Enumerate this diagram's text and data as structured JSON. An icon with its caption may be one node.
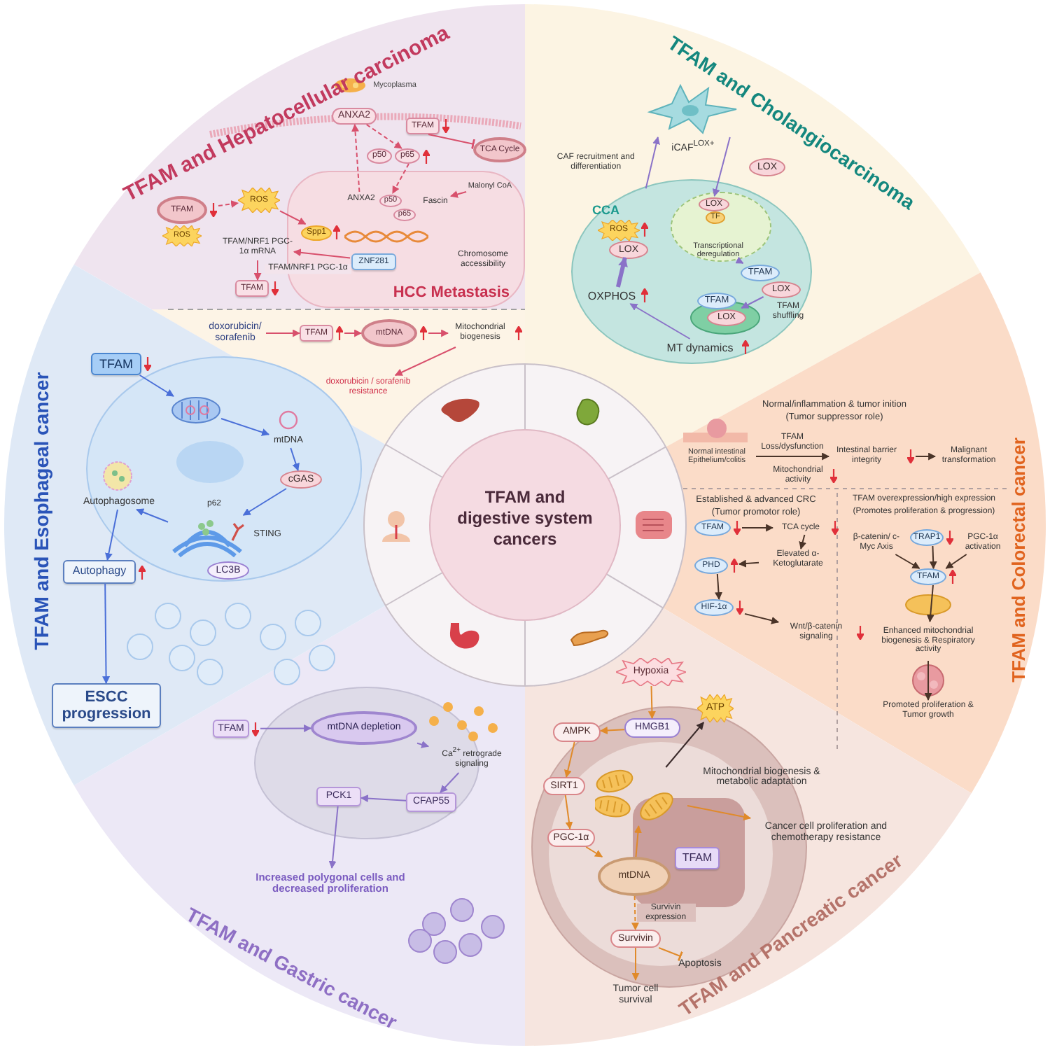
{
  "diagram": {
    "title": "TFAM and digestive system cancers",
    "nodes": [
      {
        "text": [
          "ANXA2"
        ]
      },
      {
        "text": [
          "p50"
        ]
      },
      {
        "text": [
          "p65"
        ]
      },
      {
        "text": [
          "TFAM"
        ]
      },
      {
        "text": [
          "TCA Cycle"
        ]
      },
      {
        "text": [
          "TFAM"
        ]
      },
      {
        "text": [
          "ROS"
        ]
      },
      {
        "text": [
          "ROS"
        ]
      },
      {
        "text": [
          "HCC Metastasis"
        ]
      },
      {
        "text": [
          "Spp1"
        ],
        "in": 8
      },
      {
        "text": [
          "ANXA2"
        ],
        "in": 8
      },
      {
        "text": [
          "p50"
        ],
        "in": 8
      },
      {
        "text": [
          "p65"
        ],
        "in": 8
      },
      {
        "text": [
          "Fascin"
        ],
        "in": 8
      },
      {
        "text": [
          "Malonyl CoA"
        ],
        "in": 8
      },
      {
        "text": [
          "ZNF281"
        ],
        "in": 8
      },
      {
        "text": [
          "Chromosome accessibility"
        ],
        "in": 8
      },
      {
        "text": [
          "TFAM/NRF1 PGC-1α mRNA"
        ]
      },
      {
        "text": [
          "TFAM"
        ]
      },
      {
        "text": [
          "doxorubicin/ sorafenib"
        ]
      },
      {
        "text": [
          "TFAM"
        ]
      },
      {
        "text": [
          "mtDNA"
        ]
      },
      {
        "text": [
          "Mitochondrial biogenesis"
        ]
      },
      {
        "text": [
          "doxorubicin / sorafenib resistance"
        ]
      },
      {
        "text": [],
        "shape": "picture",
        "beside": [
          "iCAF$^{LOX+}$"
        ]
      },
      {
        "text": [
          "LOX"
        ]
      },
      {
        "text": [
          "CCA"
        ]
      },
      {
        "text": [
          "LOX"
        ],
        "in": 26
      },
      {
        "text": [
          "TF"
        ],
        "in": 26
      },
      {
        "text": [
          "Transcriptional deregulation"
        ],
        "in": 26
      },
      {
        "text": [
          "ROS"
        ],
        "in": 26
      },
      {
        "text": [
          "LOX"
        ],
        "in": 26
      },
      {
        "text": [
          "OXPHOS"
        ],
        "in": 26
      },
      {
        "text": [
          "TFAM"
        ],
        "in": 26
      },
      {
        "text": [
          "LOX"
        ],
        "in": 26
      },
      {
        "text": [
          "TFAM"
        ],
        "in": 26
      },
      {
        "text": [
          "LOX"
        ],
        "in": 26
      },
      {
        "text": [
          "MT dynamics"
        ],
        "in": 26
      },
      {
        "text": [
          "Normal intestinal Epithelium/colitis"
        ]
      },
      {
        "text": [
          "Intestinal barrier integrity"
        ]
      },
      {
        "text": [
          "Malignant transformation"
        ]
      },
      {
        "text": [
          "TFAM"
        ]
      },
      {
        "text": [
          "TCA cycle"
        ]
      },
      {
        "text": [
          "Elevated α-Ketoglutarate"
        ]
      },
      {
        "text": [
          "PHD"
        ]
      },
      {
        "text": [
          "HIF-1α"
        ]
      },
      {
        "text": [
          "Wnt/β-catenin signaling"
        ]
      },
      {
        "text": [
          "β-catenin/ c-Myc Axis"
        ]
      },
      {
        "text": [
          "TRAP1"
        ]
      },
      {
        "text": [
          "PGC-1α activation"
        ]
      },
      {
        "text": [
          "TFAM"
        ]
      },
      {
        "text": [
          "Enhanced mitochondrial biogenesis & Respiratory activity"
        ]
      },
      {
        "text": [
          "Promoted proliferation & Tumor growth"
        ]
      },
      {
        "text": [
          "Hypoxia"
        ]
      },
      {
        "text": [
          "HMGB1"
        ]
      },
      {
        "text": [
          "ATP"
        ]
      },
      {
        "text": [
          "AMPK"
        ]
      },
      {
        "text": [
          "SIRT1"
        ]
      },
      {
        "text": [
          "PGC-1α"
        ]
      },
      {
        "text": [
          "mtDNA"
        ]
      },
      {
        "text": [
          "TFAM"
        ]
      },
      {
        "text": [],
        "shape": "picture",
        "beside": [
          "Mitochondrial biogenesis & metabolic adaptation"
        ]
      },
      {
        "text": [
          "Cancer cell proliferation and chemotherapy resistance"
        ]
      },
      {
        "text": [
          "Survivin"
        ]
      },
      {
        "text": [
          "Apoptosis"
        ]
      },
      {
        "text": [
          "Tumor cell survival"
        ]
      },
      {
        "text": [
          "TFAM"
        ]
      },
      {
        "text": [
          "mtDNA depletion"
        ]
      },
      {
        "text": [
          "Ca$^{2+}$ retrograde signaling"
        ]
      },
      {
        "text": [
          "CFAP55"
        ]
      },
      {
        "text": [
          "PCK1"
        ]
      },
      {
        "text": [
          "Increased polygonal cells and decreased proliferation"
        ]
      },
      {
        "text": [
          "TFAM"
        ]
      },
      {
        "text": [],
        "shape": "picture"
      },
      {
        "text": [
          "mtDNA"
        ]
      },
      {
        "text": [
          "cGAS"
        ]
      },
      {
        "text": [],
        "shape": "picture"
      },
      {
        "text": [
          "LC3B"
        ]
      },
      {
        "text": [
          "Autophagosome"
        ]
      },
      {
        "text": [
          "Autophagy"
        ]
      },
      {
        "text": [
          "ESCC progression"
        ]
      }
    ],
    "edges": [
      {
        "from": 0,
        "to": 2,
        "arrow": "to",
        "style": "dashed",
        "color": "#d8506c"
      },
      {
        "from": 2,
        "to": 11,
        "arrow": "to",
        "style": "dashed",
        "color": "#d8506c"
      },
      {
        "from": 10,
        "to": 0,
        "arrow": "to",
        "style": "dashed",
        "color": "#d8506c"
      },
      {
        "from": 3,
        "to": 4,
        "arrow": "other",
        "color": "#d8506c"
      },
      {
        "from": 5,
        "to": 7,
        "arrow": "to",
        "style": "dashed",
        "color": "#d8506c"
      },
      {
        "from": 7,
        "to": 9,
        "arrow": "to",
        "color": "#d8506c"
      },
      {
        "from": 14,
        "to": 13,
        "arrow": "to",
        "color": "#d8506c"
      },
      {
        "from": 15,
        "to": 17,
        "arrow": "to",
        "label": "TFAM/NRF1 PGC-1α",
        "color": "#d8506c"
      },
      {
        "from": 17,
        "to": 18,
        "arrow": "to",
        "color": "#d8506c"
      },
      {
        "from": 19,
        "to": 20,
        "arrow": "to",
        "color": "#d8506c"
      },
      {
        "from": 20,
        "to": 21,
        "arrow": "to",
        "color": "#d8506c"
      },
      {
        "from": 21,
        "to": 22,
        "arrow": "to",
        "color": "#d8506c"
      },
      {
        "from": 22,
        "to": 23,
        "arrow": "to",
        "color": "#d8506c"
      },
      {
        "from": 26,
        "to": 24,
        "arrow": "to",
        "label": "CAF recruitment and differentiation",
        "color": "#8a72c8"
      },
      {
        "from": 24,
        "to": 27,
        "arrow": "to",
        "color": "#8a72c8"
      },
      {
        "from": 29,
        "to": 33,
        "arrow": "to",
        "color": "#8a72c8"
      },
      {
        "from": 34,
        "to": 36,
        "arrow": "to",
        "color": "#8a72c8"
      },
      {
        "from": 37,
        "to": 32,
        "arrow": "to",
        "color": "#8a72c8"
      },
      {
        "from": 32,
        "to": 31,
        "arrow": "to",
        "style": "thick",
        "color": "#8a72c8"
      },
      {
        "from": 38,
        "to": 39,
        "arrow": "to",
        "label": "TFAM Loss/dysfunction",
        "color": "#4a3428"
      },
      {
        "from": 39,
        "to": 40,
        "arrow": "to",
        "color": "#4a3428"
      },
      {
        "from": 41,
        "to": 42,
        "arrow": "to",
        "color": "#4a3428"
      },
      {
        "from": 42,
        "to": 43,
        "arrow": "to",
        "color": "#4a3428"
      },
      {
        "from": 43,
        "to": 44,
        "arrow": "to",
        "color": "#4a3428"
      },
      {
        "from": 44,
        "to": 45,
        "arrow": "to",
        "color": "#4a3428"
      },
      {
        "from": 45,
        "to": 46,
        "arrow": "to",
        "color": "#4a3428"
      },
      {
        "from": 47,
        "to": 50,
        "arrow": "to",
        "color": "#4a3428"
      },
      {
        "from": 48,
        "to": 50,
        "arrow": "to",
        "color": "#4a3428"
      },
      {
        "from": 49,
        "to": 50,
        "arrow": "to",
        "color": "#4a3428"
      },
      {
        "from": 50,
        "to": 51,
        "arrow": "to",
        "color": "#4a3428"
      },
      {
        "from": 51,
        "to": 52,
        "arrow": "to",
        "color": "#4a3428"
      },
      {
        "from": 53,
        "to": 54,
        "arrow": "to",
        "color": "#e08a2a"
      },
      {
        "from": 54,
        "to": 56,
        "arrow": "to",
        "color": "#e08a2a"
      },
      {
        "from": 56,
        "to": 57,
        "arrow": "to",
        "color": "#e08a2a"
      },
      {
        "from": 57,
        "to": 58,
        "arrow": "to",
        "color": "#e08a2a"
      },
      {
        "from": 58,
        "to": 59,
        "arrow": "to",
        "color": "#e08a2a"
      },
      {
        "from": 59,
        "to": 61,
        "arrow": "to",
        "color": "#e08a2a"
      },
      {
        "from": 61,
        "to": 55,
        "arrow": "to",
        "color": "#3a2a2a"
      },
      {
        "from": 61,
        "to": 62,
        "arrow": "to",
        "color": "#e08a2a"
      },
      {
        "from": 59,
        "to": 63,
        "arrow": "to",
        "label": "Survivin expression",
        "style": "dashed",
        "color": "#e08a2a"
      },
      {
        "from": 63,
        "to": 64,
        "arrow": "other",
        "color": "#e08a2a"
      },
      {
        "from": 63,
        "to": 65,
        "arrow": "to",
        "color": "#e08a2a"
      },
      {
        "from": 66,
        "to": 67,
        "arrow": "to",
        "color": "#8a72c8"
      },
      {
        "from": 67,
        "to": 68,
        "arrow": "to",
        "color": "#8a72c8"
      },
      {
        "from": 68,
        "to": 69,
        "arrow": "to",
        "color": "#8a72c8"
      },
      {
        "from": 69,
        "to": 70,
        "arrow": "to",
        "color": "#8a72c8"
      },
      {
        "from": 70,
        "to": 71,
        "arrow": "to",
        "color": "#8a72c8"
      },
      {
        "from": 72,
        "to": 73,
        "arrow": "to",
        "color": "#4a6fd8"
      },
      {
        "from": 73,
        "to": 74,
        "arrow": "to",
        "color": "#4a6fd8"
      },
      {
        "from": 74,
        "to": 75,
        "arrow": "to",
        "color": "#4a6fd8"
      },
      {
        "from": 75,
        "to": 76,
        "arrow": "to",
        "color": "#4a6fd8"
      },
      {
        "from": 76,
        "to": 78,
        "arrow": "to",
        "color": "#4a6fd8"
      },
      {
        "from": 78,
        "to": 79,
        "arrow": "to",
        "color": "#4a6fd8"
      },
      {
        "from": 79,
        "to": 80,
        "arrow": "to",
        "color": "#4a6fd8"
      }
    ],
    "labels": [
      "TFAM and Hepatocellular carcinoma",
      "Mycoplasma",
      "TFAM and Cholangiocarcinoma",
      "TFAM shuffling",
      "TFAM and Colorectal cancer",
      "Normal/inflammation & tumor inition",
      "(Tumor suppressor role)",
      "Mitochondrial activity",
      "Established & advanced CRC",
      "(Tumor promotor role)",
      "TFAM overexpression/high expression",
      "(Promotes proliferation & progression)",
      "TFAM and Pancreatic cancer",
      "TFAM and Gastric cancer",
      "TFAM and Esophageal cancer",
      "p62",
      "STING"
    ]
  }
}
